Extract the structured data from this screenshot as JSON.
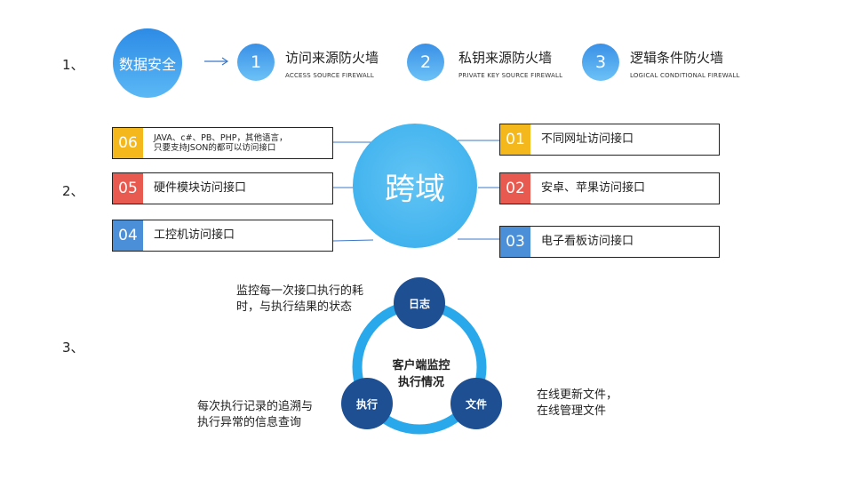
{
  "section1": {
    "label": "1、",
    "main": "数据安全",
    "items": [
      {
        "num": "1",
        "title": "访问来源防火墙",
        "sub": "ACCESS SOURCE FIREWALL"
      },
      {
        "num": "2",
        "title": "私钥来源防火墙",
        "sub": "PRIVATE KEY SOURCE FIREWALL"
      },
      {
        "num": "3",
        "title": "逻辑条件防火墙",
        "sub": "LOGICAL CONDITIONAL FIREWALL"
      }
    ]
  },
  "section2": {
    "label": "2、",
    "center": "跨域",
    "left": [
      {
        "num": "06",
        "line1": "JAVA、c#、PB、PHP，其他语言，",
        "line2": "只要支持JSON的都可以访问接口"
      },
      {
        "num": "05",
        "text": "硬件模块访问接口"
      },
      {
        "num": "04",
        "text": "工控机访问接口"
      }
    ],
    "right": [
      {
        "num": "01",
        "text": "不同网址访问接口"
      },
      {
        "num": "02",
        "text": "安卓、苹果访问接口"
      },
      {
        "num": "03",
        "text": "电子看板访问接口"
      }
    ],
    "colors": {
      "yellow": "#f5b81c",
      "red": "#e85a50",
      "blue": "#4a8fd8",
      "center": "#35acec"
    }
  },
  "section3": {
    "label": "3、",
    "center_line1": "客户端监控",
    "center_line2": "执行情况",
    "nodes": {
      "log": "日志",
      "exec": "执行",
      "file": "文件"
    },
    "desc_log": [
      "监控每一次接口执行的耗",
      "时，与执行结果的状态"
    ],
    "desc_exec": [
      "每次执行记录的追溯与",
      "执行异常的信息查询"
    ],
    "desc_file": [
      "在线更新文件，",
      "在线管理文件"
    ],
    "colors": {
      "ring": "#29a9ec",
      "node": "#1e4f92"
    }
  }
}
